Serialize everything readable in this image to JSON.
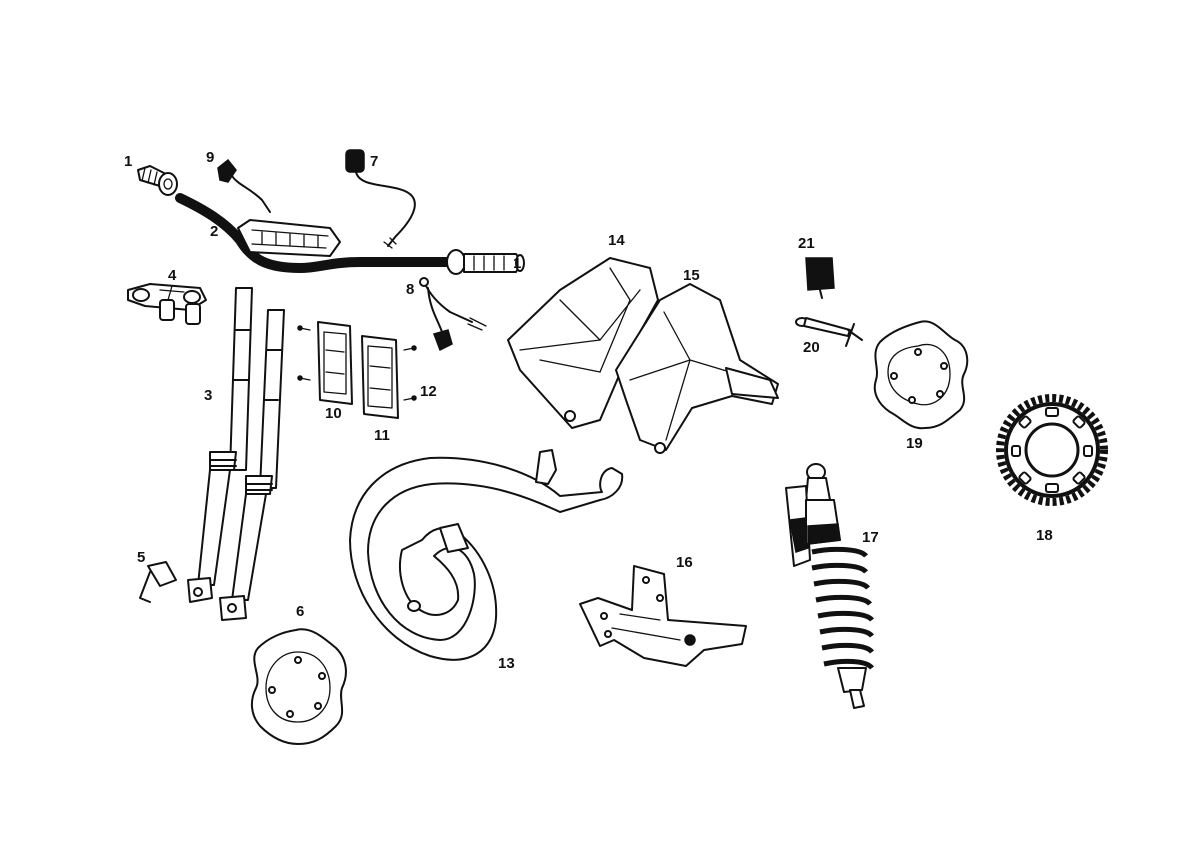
{
  "parts": [
    {
      "label": "1"
    },
    {
      "label": "9"
    },
    {
      "label": "7"
    },
    {
      "label": "2"
    },
    {
      "label": "1"
    },
    {
      "label": "14"
    },
    {
      "label": "15"
    },
    {
      "label": "21"
    },
    {
      "label": "4"
    },
    {
      "label": "8"
    },
    {
      "label": "3"
    },
    {
      "label": "10"
    },
    {
      "label": "11"
    },
    {
      "label": "12"
    },
    {
      "label": "20"
    },
    {
      "label": "19"
    },
    {
      "label": "18"
    },
    {
      "label": "17"
    },
    {
      "label": "16"
    },
    {
      "label": "13"
    },
    {
      "label": "5"
    },
    {
      "label": "6"
    }
  ],
  "colors": {
    "ink": "#111111",
    "paper": "#ffffff"
  }
}
